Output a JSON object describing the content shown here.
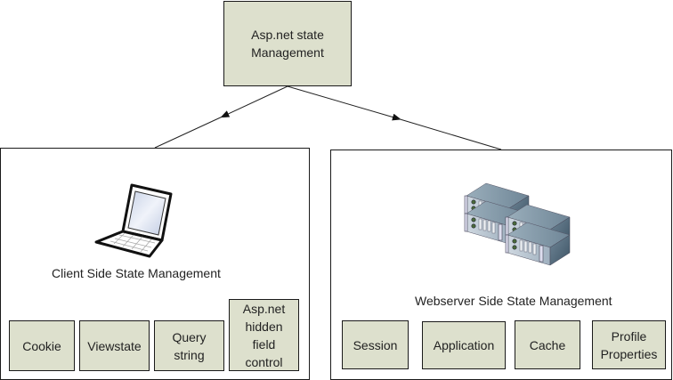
{
  "root": {
    "label_line1": "Asp.net state",
    "label_line2": "Management"
  },
  "client": {
    "title": "Client Side State Management",
    "icon": "laptop-icon",
    "items": [
      {
        "label": "Cookie"
      },
      {
        "label": "Viewstate"
      },
      {
        "label": "Query string"
      },
      {
        "label": "Asp.net hidden field control"
      }
    ]
  },
  "server": {
    "title": "Webserver Side State Management",
    "icon": "server-rack-icon",
    "items": [
      {
        "label": "Session"
      },
      {
        "label": "Application"
      },
      {
        "label": "Cache"
      },
      {
        "label": "Profile Properties"
      }
    ]
  },
  "colors": {
    "box_fill": "#dde0cd",
    "border": "#1a1a1a"
  }
}
